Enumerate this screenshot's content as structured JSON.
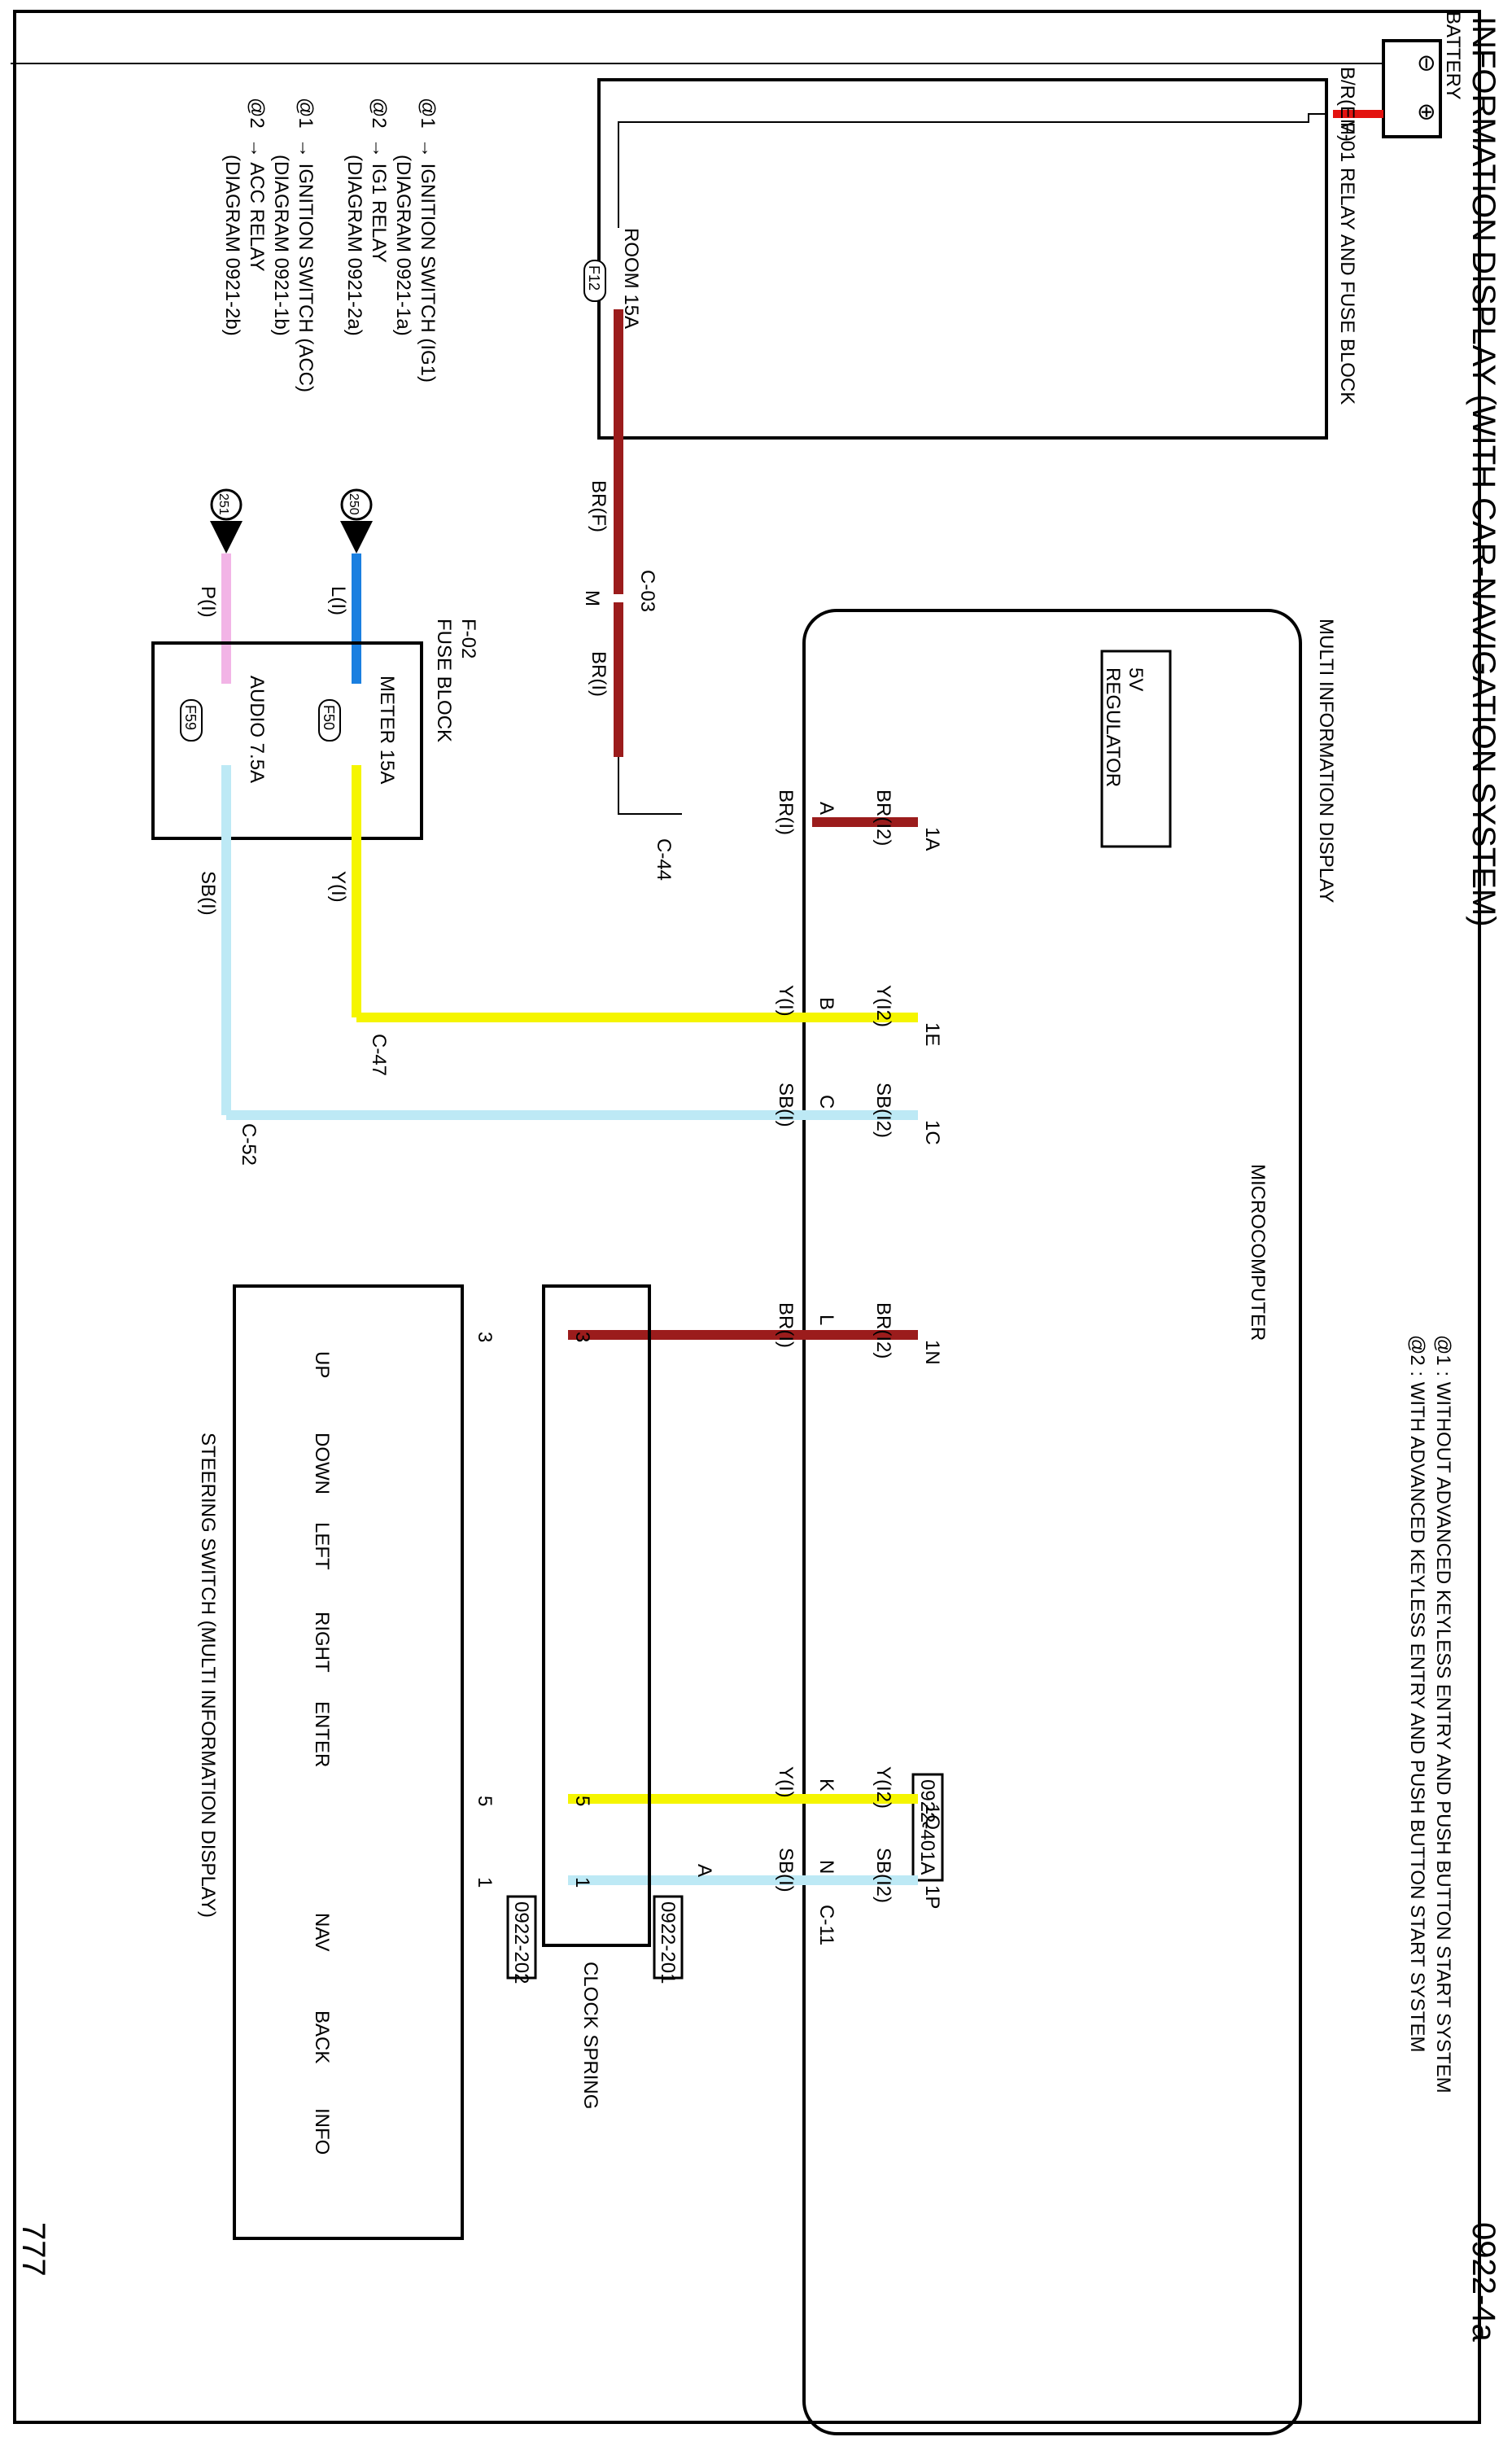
{
  "title": "INFORMATION DISPLAY (WITH CAR-NAVIGATION SYSTEM)",
  "page_number": "0922-4a",
  "corner_mark": "777",
  "notes": [
    "@1 : WITHOUT ADVANCED KEYLESS ENTRY AND PUSH BUTTON START SYSTEM",
    "@2 : WITH ADVANCED KEYLESS ENTRY AND PUSH BUTTON START SYSTEM"
  ],
  "battery": {
    "label": "BATTERY",
    "neg": "⊖",
    "pos": "⊕",
    "wire": "B/R(EM)"
  },
  "f01": {
    "label": "F-01 RELAY AND FUSE BLOCK",
    "fuse": "ROOM 15A",
    "fuse_id": "F12",
    "wire_out": "BR(F)"
  },
  "c03": {
    "label": "C-03",
    "pin": "M",
    "wire": "BR(I)"
  },
  "f02": {
    "label_1": "F-02",
    "label_2": "FUSE BLOCK",
    "fuse_meter": "METER 15A",
    "fuse_meter_id": "F50",
    "fuse_audio": "AUDIO 7.5A",
    "fuse_audio_id": "F59",
    "wire_l": "L(I)",
    "wire_p": "P(I)",
    "wire_y": "Y(I)",
    "wire_sb": "SB(I)"
  },
  "sources": [
    {
      "code": "@1",
      "text": "→ IGNITION SWITCH (IG1)",
      "ref": "(DIAGRAM 0921-1a)"
    },
    {
      "code": "@2",
      "text": "→ IG1 RELAY",
      "ref": "(DIAGRAM 0921-2a)"
    },
    {
      "code": "@1",
      "text": "→ IGNITION SWITCH (ACC)",
      "ref": "(DIAGRAM 0921-1b)"
    },
    {
      "code": "@2",
      "text": "→ ACC RELAY",
      "ref": "(DIAGRAM 0921-2b)"
    }
  ],
  "refs": {
    "r250": "250",
    "r251": "251"
  },
  "connectors": {
    "c44": "C-44",
    "c47": "C-47",
    "c52": "C-52",
    "c11": "C-11"
  },
  "mid": {
    "label": "MULTI INFORMATION DISPLAY",
    "regulator_1": "5V",
    "regulator_2": "REGULATOR",
    "microcomputer": "MICROCOMPUTER",
    "connector": "0922-401A",
    "pins": [
      "1A",
      "1E",
      "1C",
      "1N",
      "1Q",
      "1P"
    ],
    "wires": [
      "BR(I2)",
      "Y(I2)",
      "SB(I2)",
      "BR(I2)",
      "Y(I2)",
      "SB(I2)"
    ]
  },
  "c11_pins": [
    "A",
    "B",
    "C",
    "L",
    "K",
    "N"
  ],
  "c11_wires": [
    "BR(I)",
    "Y(I)",
    "SB(I)",
    "BR(I)",
    "Y(I)",
    "SB(I)"
  ],
  "clock_spring": {
    "label": "CLOCK SPRING",
    "connector": "0922-201",
    "connector_2": "0922-202",
    "pins": [
      "3",
      "5",
      "1"
    ],
    "pin_a": "A"
  },
  "steering": {
    "label": "STEERING SWITCH (MULTI INFORMATION DISPLAY)",
    "pins": [
      "3",
      "5",
      "1"
    ],
    "switches": [
      "UP",
      "DOWN",
      "LEFT",
      "RIGHT",
      "ENTER",
      "NAV",
      "BACK",
      "INFO"
    ]
  },
  "colors": {
    "br": "#9b1c1c",
    "y": "#f5f500",
    "sb": "#bde9f5",
    "l": "#1a7fe0",
    "p": "#f2b4e6",
    "br_em": "#e3120f"
  }
}
